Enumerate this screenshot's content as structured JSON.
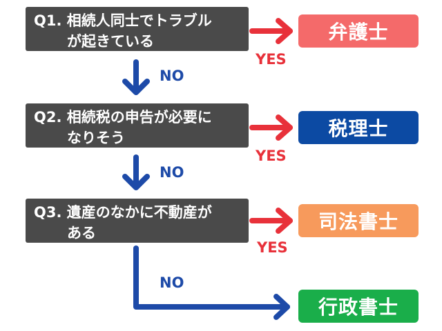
{
  "questions": [
    {
      "line1": "Q1. 相続人同士でトラブル",
      "line2": "が起きている"
    },
    {
      "line1": "Q2. 相続税の申告が必要に",
      "line2": "なりそう"
    },
    {
      "line1": "Q3. 遺産のなかに不動産が",
      "line2": "ある"
    }
  ],
  "results": [
    {
      "label": "弁護士",
      "color": "#f46a6a"
    },
    {
      "label": "税理士",
      "color": "#0c4aa3"
    },
    {
      "label": "司法書士",
      "color": "#f79a5c"
    },
    {
      "label": "行政書士",
      "color": "#1aae4a"
    }
  ],
  "yes_label": "YES",
  "no_label": "NO",
  "colors": {
    "yes_arrow": "#e8313a",
    "no_arrow": "#1d4aa8",
    "question_box": "#4a4a4a"
  }
}
